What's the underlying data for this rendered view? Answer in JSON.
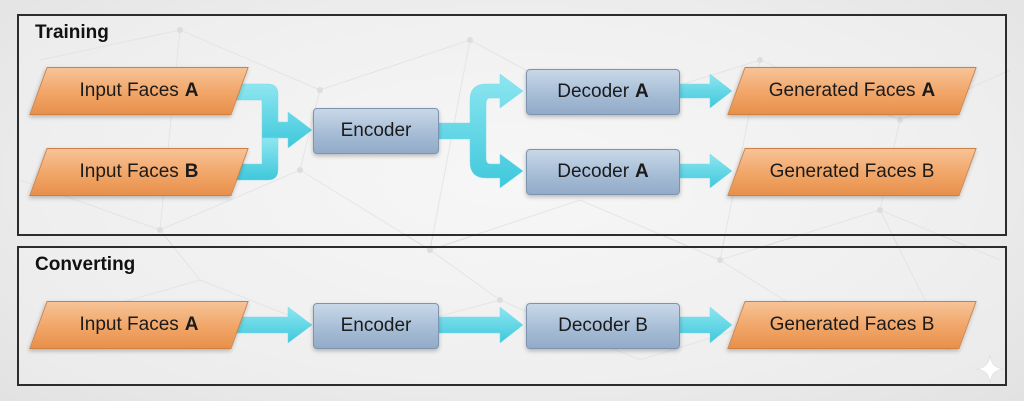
{
  "training": {
    "title": "Training",
    "input_a": {
      "label": "Input Faces",
      "letter": "A"
    },
    "input_b": {
      "label": "Input Faces",
      "letter": "B"
    },
    "encoder": "Encoder",
    "decoder_top": {
      "label": "Decoder",
      "letter": "A"
    },
    "decoder_bottom": {
      "label": "Decoder",
      "letter": "A"
    },
    "output_a": {
      "label": "Generated Faces",
      "letter": "A"
    },
    "output_b": {
      "label": "Generated Faces B"
    }
  },
  "converting": {
    "title": "Converting",
    "input": {
      "label": "Input Faces",
      "letter": "A"
    },
    "encoder": "Encoder",
    "decoder": "Decoder B",
    "output": "Generated Faces B"
  },
  "colors": {
    "parallelogram": "#f1a567",
    "box": "#a7bdd6",
    "arrow": "#5fd6e6",
    "border": "#2c2c2c"
  }
}
